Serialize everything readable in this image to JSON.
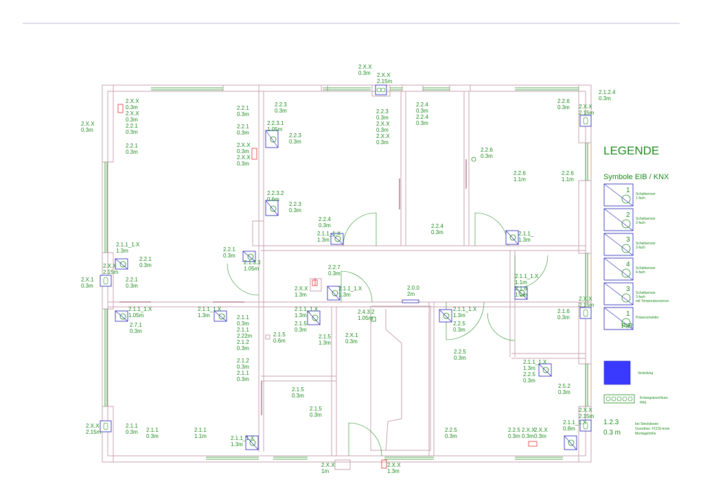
{
  "legend": {
    "title": "LEGENDE",
    "subtitle": "Symbole EIB / KNX",
    "items": [
      {
        "number": "1",
        "text": [
          "Schaltsensor",
          "1-fach"
        ]
      },
      {
        "number": "2",
        "text": [
          "Schaltsensor",
          "2-fach"
        ]
      },
      {
        "number": "3",
        "text": [
          "Schaltsensor",
          "3-fach"
        ]
      },
      {
        "number": "4",
        "text": [
          "Schaltsensor",
          "4-fach"
        ]
      },
      {
        "number": "3",
        "text": [
          "Schaltsensor",
          "3-fach",
          "mit Temperatursensor"
        ]
      },
      {
        "number": "1",
        "sub": "PIR",
        "text": [
          "Präsenzmelder"
        ]
      }
    ],
    "verteilung": "Verteilung",
    "erdung": [
      "Erdungsanschluss",
      "PAS"
    ],
    "example_code": "1.2.3",
    "example_height": "0.3 m",
    "example_text": [
      "bei Steckdosen",
      "Grundriss: FCDS-kreis",
      "Montagehöhe"
    ]
  },
  "colors": {
    "wall": "#c8a0b0",
    "window": "#1a8a1a",
    "label": "#1a8a1a",
    "symbol": "#1a1ab4",
    "outlet": "#e03030",
    "header_line": "#b8b8d8"
  },
  "labels": [
    {
      "t": [
        "2.X.X",
        "0.3m"
      ],
      "p": [
        522,
        100
      ]
    },
    {
      "t": [
        "2.X.X",
        "2.15m"
      ],
      "p": [
        549,
        112
      ]
    },
    {
      "t": [
        "2.1.2.4",
        "0.3m"
      ],
      "p": [
        872,
        137
      ]
    },
    {
      "t": [
        "2.X.X",
        "0.3m",
        "2.X.X",
        "0.3m"
      ],
      "p": [
        183,
        150
      ]
    },
    {
      "t": [
        "2.2.1",
        "0.3m"
      ],
      "p": [
        183,
        186
      ]
    },
    {
      "t": [
        "2.2.1",
        "0.3m"
      ],
      "p": [
        183,
        215
      ]
    },
    {
      "t": [
        "2.X.X",
        "0.3m"
      ],
      "p": [
        118,
        183
      ]
    },
    {
      "t": [
        "2.2.1",
        "0.3m"
      ],
      "p": [
        345,
        160
      ]
    },
    {
      "t": [
        "2.2.1",
        "0.3m"
      ],
      "p": [
        345,
        187
      ]
    },
    {
      "t": [
        "2.X.X",
        "0.3m",
        "2.X.X",
        "0.3m"
      ],
      "p": [
        345,
        214
      ]
    },
    {
      "t": [
        "2.2.3",
        "0.3m"
      ],
      "p": [
        400,
        155
      ]
    },
    {
      "t": [
        "2.2.3.1",
        "1.05m"
      ],
      "p": [
        389,
        182
      ]
    },
    {
      "t": [
        "2.2.3",
        "0.3m"
      ],
      "p": [
        421,
        200
      ]
    },
    {
      "t": [
        "2.2.3.2",
        "0.6m"
      ],
      "p": [
        389,
        284
      ]
    },
    {
      "t": [
        "2.2.3",
        "0.3m"
      ],
      "p": [
        421,
        300
      ]
    },
    {
      "t": [
        "2.2.3",
        "0.3m",
        "2.X.X",
        "0.3m",
        "2.X.X",
        "0.3m"
      ],
      "p": [
        548,
        165
      ]
    },
    {
      "t": [
        "2.2.4",
        "0.3m",
        "2.2.4",
        "0.3m"
      ],
      "p": [
        606,
        155
      ]
    },
    {
      "t": [
        "2.2.6",
        "0.3m"
      ],
      "p": [
        700,
        221
      ]
    },
    {
      "t": [
        "2.2.6",
        "0.3m"
      ],
      "p": [
        812,
        150
      ]
    },
    {
      "t": [
        "2.X.X",
        "2.15m"
      ],
      "p": [
        843,
        158
      ]
    },
    {
      "t": [
        "2.2.6",
        "1.1m"
      ],
      "p": [
        748,
        255
      ]
    },
    {
      "t": [
        "2.2.6",
        "1.1m"
      ],
      "p": [
        818,
        255
      ]
    },
    {
      "t": [
        "2.2.4",
        "0.3m"
      ],
      "p": [
        464,
        322
      ]
    },
    {
      "t": [
        "2.1.1_1.X",
        "1.3m"
      ],
      "p": [
        462,
        343
      ]
    },
    {
      "t": [
        "2.2.4",
        "0.3m"
      ],
      "p": [
        628,
        332
      ]
    },
    {
      "t": [
        "2.1.1_",
        "1.3m"
      ],
      "p": [
        755,
        343
      ]
    },
    {
      "t": [
        "2.1.1_1.X",
        "1.3m"
      ],
      "p": [
        169,
        359
      ]
    },
    {
      "t": [
        "2.2.1",
        "0.3m"
      ],
      "p": [
        203,
        380
      ]
    },
    {
      "t": [
        "2.2.1",
        "0.3m"
      ],
      "p": [
        325,
        366
      ]
    },
    {
      "t": [
        "2.1.3.3",
        "1.05m"
      ],
      "p": [
        355,
        385
      ]
    },
    {
      "t": [
        "2.X.X",
        "2.15m"
      ],
      "p": [
        150,
        390
      ]
    },
    {
      "t": [
        "2.X.1",
        "0.3m"
      ],
      "p": [
        118,
        410
      ]
    },
    {
      "t": [
        "2.2.1",
        "0.3m"
      ],
      "p": [
        183,
        410
      ]
    },
    {
      "t": [
        "2.2.7",
        "0.3m"
      ],
      "p": [
        478,
        392
      ]
    },
    {
      "t": [
        "2.1.1_1.X",
        "1.3m"
      ],
      "p": [
        493,
        423
      ]
    },
    {
      "t": [
        "2.X.X",
        "1.3m"
      ],
      "p": [
        429,
        423
      ]
    },
    {
      "t": [
        "2.0.0",
        "2m"
      ],
      "p": [
        593,
        422
      ]
    },
    {
      "t": [
        "2.1.1_1.X",
        "1.1m",
        "2.1.6",
        "1.1m"
      ],
      "p": [
        750,
        405
      ]
    },
    {
      "t": [
        "2.X.X",
        "2.15m"
      ],
      "p": [
        843,
        438
      ]
    },
    {
      "t": [
        "2.1.6",
        "0.3m"
      ],
      "p": [
        812,
        456
      ]
    },
    {
      "t": [
        "2.1.1_1.X",
        "1.05m"
      ],
      "p": [
        187,
        453
      ]
    },
    {
      "t": [
        "2.1.1_1.X",
        "1.3m"
      ],
      "p": [
        288,
        453
      ]
    },
    {
      "t": [
        "2.7.1",
        "0.3m"
      ],
      "p": [
        189,
        476
      ]
    },
    {
      "t": [
        "2.1.1_1.X",
        "1.3m"
      ],
      "p": [
        429,
        453
      ]
    },
    {
      "t": [
        "2.1.5",
        "0.3m"
      ],
      "p": [
        429,
        474
      ]
    },
    {
      "t": [
        "2.1.1",
        "0.3m",
        "2.1.1",
        "2.22m",
        "2.1.2",
        "0.3m"
      ],
      "p": [
        345,
        465
      ]
    },
    {
      "t": [
        "2.1.5",
        "0.6m"
      ],
      "p": [
        398,
        490
      ]
    },
    {
      "t": [
        "2.1.5",
        "1.3m"
      ],
      "p": [
        464,
        493
      ]
    },
    {
      "t": [
        "2.X.1",
        "0.3m"
      ],
      "p": [
        503,
        491
      ]
    },
    {
      "t": [
        "2.4.3.2",
        "1.05m"
      ],
      "p": [
        521,
        457
      ]
    },
    {
      "t": [
        "2.1.1_1.X",
        "1.3m"
      ],
      "p": [
        660,
        453
      ]
    },
    {
      "t": [
        "2.2.5",
        "0.3m"
      ],
      "p": [
        660,
        474
      ]
    },
    {
      "t": [
        "2.2.5",
        "0.3m"
      ],
      "p": [
        661,
        515
      ]
    },
    {
      "t": [
        "2.1.2",
        "0.3m",
        "2.1.1",
        "0.3m"
      ],
      "p": [
        345,
        528
      ]
    },
    {
      "t": [
        "2.1.1_1.X",
        "1.3m"
      ],
      "p": [
        762,
        530
      ]
    },
    {
      "t": [
        "2.2.5",
        "0.3m"
      ],
      "p": [
        762,
        548
      ]
    },
    {
      "t": [
        "2.5.2",
        "0.3m"
      ],
      "p": [
        813,
        565
      ]
    },
    {
      "t": [
        "2.1.5",
        "0.3m"
      ],
      "p": [
        425,
        570
      ]
    },
    {
      "t": [
        "2.1.5",
        "0.3m"
      ],
      "p": [
        451,
        598
      ]
    },
    {
      "t": [
        "2.X.X",
        "2.15m"
      ],
      "p": [
        843,
        600
      ]
    },
    {
      "t": [
        "2.X.X",
        "2.15m"
      ],
      "p": [
        125,
        623
      ]
    },
    {
      "t": [
        "2.1.1",
        "0.3m"
      ],
      "p": [
        183,
        623
      ]
    },
    {
      "t": [
        "2.1.1",
        "0.3m"
      ],
      "p": [
        213,
        629
      ]
    },
    {
      "t": [
        "2.1.1",
        "1.1m"
      ],
      "p": [
        283,
        629
      ]
    },
    {
      "t": [
        "2.1.1_1.X",
        "1.3m"
      ],
      "p": [
        336,
        641
      ]
    },
    {
      "t": [
        "2.2.5",
        "0.3m"
      ],
      "p": [
        648,
        629
      ]
    },
    {
      "t": [
        "2.2.5",
        "0.3m"
      ],
      "p": [
        740,
        629
      ]
    },
    {
      "t": [
        "2.X.X",
        "0.3m"
      ],
      "p": [
        760,
        629
      ]
    },
    {
      "t": [
        "2.X.X",
        "0.3m"
      ],
      "p": [
        778,
        629
      ]
    },
    {
      "t": [
        "2.1.1_1.X",
        "0.8m"
      ],
      "p": [
        820,
        618
      ]
    },
    {
      "t": [
        "2.X.X",
        "1m"
      ],
      "p": [
        468,
        680
      ]
    },
    {
      "t": [
        "2.X.X",
        "1.3m"
      ],
      "p": [
        564,
        680
      ]
    }
  ]
}
